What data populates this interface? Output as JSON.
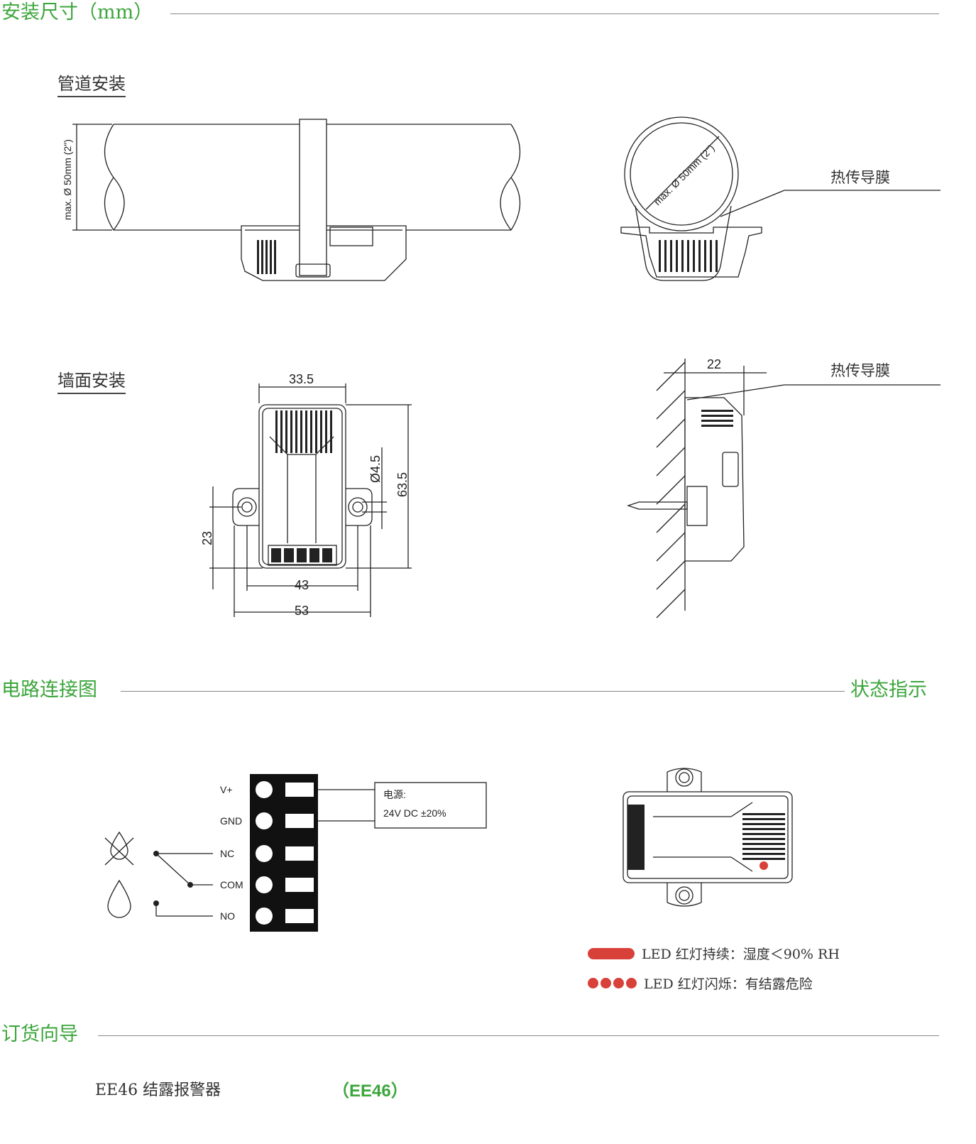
{
  "sections": {
    "install": "安装尺寸（mm）",
    "wiring": "电路连接图",
    "status": "状态指示",
    "order": "订货向导"
  },
  "install": {
    "pipe_title": "管道安装",
    "wall_title": "墙面安装",
    "thermal_film_1": "热传导膜",
    "thermal_film_2": "热传导膜",
    "pipe_max_label": "max. Ø 50mm (2\")",
    "dims": {
      "width_top": "33.5",
      "hole": "Ø4.5",
      "height": "63.5",
      "hole_offset": "23",
      "hole_spacing": "43",
      "width_total": "53",
      "depth": "22"
    }
  },
  "wiring": {
    "terminals": [
      "V+",
      "GND",
      "NC",
      "COM",
      "NO"
    ],
    "power_label": "电源:",
    "power_value": "24V DC ±20%"
  },
  "status": {
    "legend": [
      {
        "text": "LED  红灯持续：湿度＜90% RH",
        "color": "#d8413a",
        "style": "solid"
      },
      {
        "text": "LED  红灯闪烁：有结露危险",
        "color": "#d8413a",
        "style": "blinking"
      }
    ]
  },
  "order": {
    "product": "EE46 结露报警器",
    "code_open": "（",
    "code": "EE46",
    "code_close": "）"
  }
}
